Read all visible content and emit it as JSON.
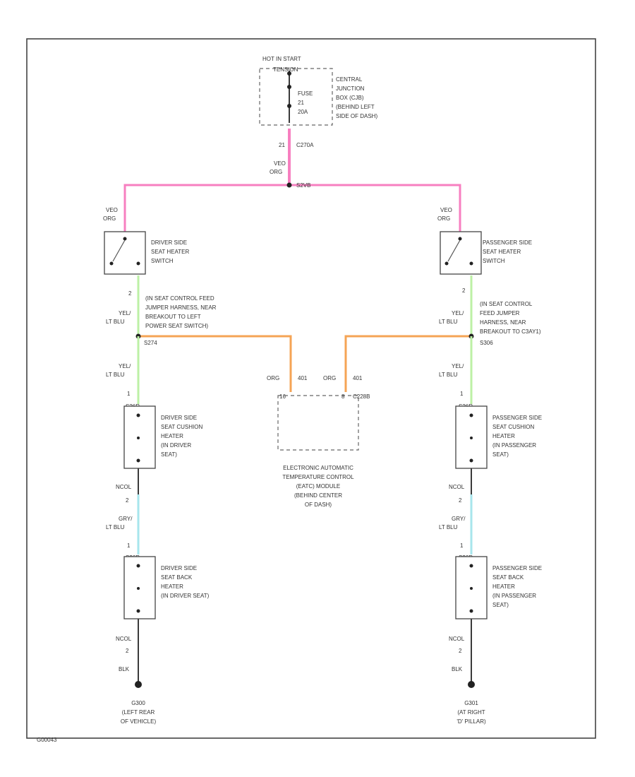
{
  "colors": {
    "pink_wire": "#f77fc0",
    "orange_wire": "#f5a455",
    "yellow_light_blue_wire": "#bdf0a6",
    "gray_light_blue_wire": "#a7e6ec",
    "black_wire": "#3a3a3a"
  },
  "fuse_block": {
    "power_label": "HOT IN START",
    "power_label_2": "TENSION",
    "fuse_label": "FUSE",
    "fuse_number": "21",
    "fuse_rating": "20A",
    "location_lines": [
      "CENTRAL",
      "JUNCTION",
      "BOX (CJB)",
      "(BEHIND LEFT",
      "SIDE OF DASH)"
    ]
  },
  "main_feed": {
    "circuit": "21",
    "connector": "C270A",
    "wire_code": "VEO",
    "wire_color": "ORG",
    "splice": "S2VB"
  },
  "left_branch": {
    "switch_wire_code": "VEO",
    "switch_wire_color": "ORG",
    "switch_lines": [
      "DRIVER SIDE",
      "SEAT HEATER",
      "SWITCH"
    ],
    "switch_pin": "2",
    "wire_1_code": "YEL/",
    "wire_1_color": "LT BLU",
    "harness_lines": [
      "(IN SEAT CONTROL FEED",
      "JUMPER HARNESS, NEAR",
      "BREAKOUT TO LEFT",
      "POWER SEAT SWITCH)"
    ],
    "splice": "S274",
    "wire_2_code": "YEL/",
    "wire_2_color": "LT BLU",
    "cushion_pin_top": "1",
    "cushion_connector": "S26R",
    "cushion_lines": [
      "DRIVER SIDE",
      "SEAT CUSHION",
      "HEATER",
      "(IN DRIVER",
      "SEAT)"
    ],
    "cushion_bottom_conn": "NCOL",
    "cushion_pin_bottom": "2",
    "wire_3_code": "GRY/",
    "wire_3_color": "LT BLU",
    "back_pin_top": "1",
    "back_connector": "S26R",
    "back_lines": [
      "DRIVER SIDE",
      "SEAT BACK",
      "HEATER",
      "(IN DRIVER SEAT)"
    ],
    "back_bottom_conn": "NCOL",
    "back_pin_bottom": "2",
    "ground_wire_color": "BLK",
    "ground_id": "G300",
    "ground_lines": [
      "(LEFT REAR",
      "OF VEHICLE)"
    ]
  },
  "right_branch": {
    "switch_wire_code": "VEO",
    "switch_wire_color": "ORG",
    "switch_lines": [
      "PASSENGER SIDE",
      "SEAT HEATER",
      "SWITCH"
    ],
    "switch_pin": "2",
    "wire_1_code": "YEL/",
    "wire_1_color": "LT BLU",
    "harness_lines": [
      "(IN SEAT CONTROL",
      "FEED JUMPER",
      "HARNESS, NEAR",
      "BREAKOUT TO C3AY1)"
    ],
    "splice": "S306",
    "wire_2_code": "YEL/",
    "wire_2_color": "LT BLU",
    "cushion_pin_top": "1",
    "cushion_connector": "S26R",
    "cushion_lines": [
      "PASSENGER SIDE",
      "SEAT CUSHION",
      "HEATER",
      "(IN PASSENGER",
      "SEAT)"
    ],
    "cushion_bottom_conn": "NCOL",
    "cushion_pin_bottom": "2",
    "wire_3_code": "GRY/",
    "wire_3_color": "LT BLU",
    "back_pin_top": "1",
    "back_connector": "S26R",
    "back_lines": [
      "PASSENGER SIDE",
      "SEAT BACK",
      "HEATER",
      "(IN PASSENGER",
      "SEAT)"
    ],
    "back_bottom_conn": "NCOL",
    "back_pin_bottom": "2",
    "ground_wire_color": "BLK",
    "ground_id": "G301",
    "ground_lines": [
      "(AT RIGHT",
      "'D' PILLAR)"
    ]
  },
  "eatc": {
    "left_wire_color": "ORG",
    "left_wire_circuit": "401",
    "right_wire_color": "ORG",
    "right_wire_circuit": "401",
    "left_pin": "16",
    "right_pin": "8",
    "connector": "C228B",
    "lines": [
      "ELECTRONIC AUTOMATIC",
      "TEMPERATURE CONTROL",
      "(EATC) MODULE",
      "(BEHIND CENTER",
      "OF DASH)"
    ]
  },
  "footer_id": "G00043"
}
